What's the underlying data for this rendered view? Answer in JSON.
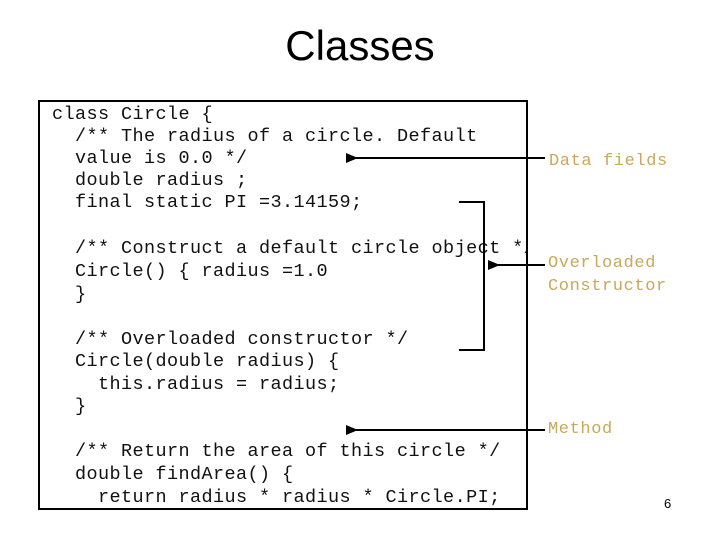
{
  "slide": {
    "title": "Classes",
    "page_number": "6"
  },
  "code": {
    "lines": [
      "class Circle {",
      "  /** The radius of a circle. Default",
      "  value is 0.0 */",
      "  double radius ;",
      "  final static PI =3.14159;",
      "",
      "  /** Construct a default circle object */",
      "  Circle() { radius =1.0",
      "  }",
      "",
      "  /** Overloaded constructor */",
      "  Circle(double radius) {",
      "    this.radius = radius;",
      "  }",
      "",
      "  /** Return the area of this circle */",
      "  double findArea() {",
      "    return radius * radius * Circle.PI;",
      "  }"
    ]
  },
  "annotations": {
    "data_fields": "Data fields",
    "overloaded_line1": "Overloaded",
    "overloaded_line2": "Constructor",
    "method": "Method"
  },
  "colors": {
    "annotation_text": "#c8a85a",
    "code_text": "#111111",
    "border": "#000000",
    "arrow": "#000000"
  }
}
